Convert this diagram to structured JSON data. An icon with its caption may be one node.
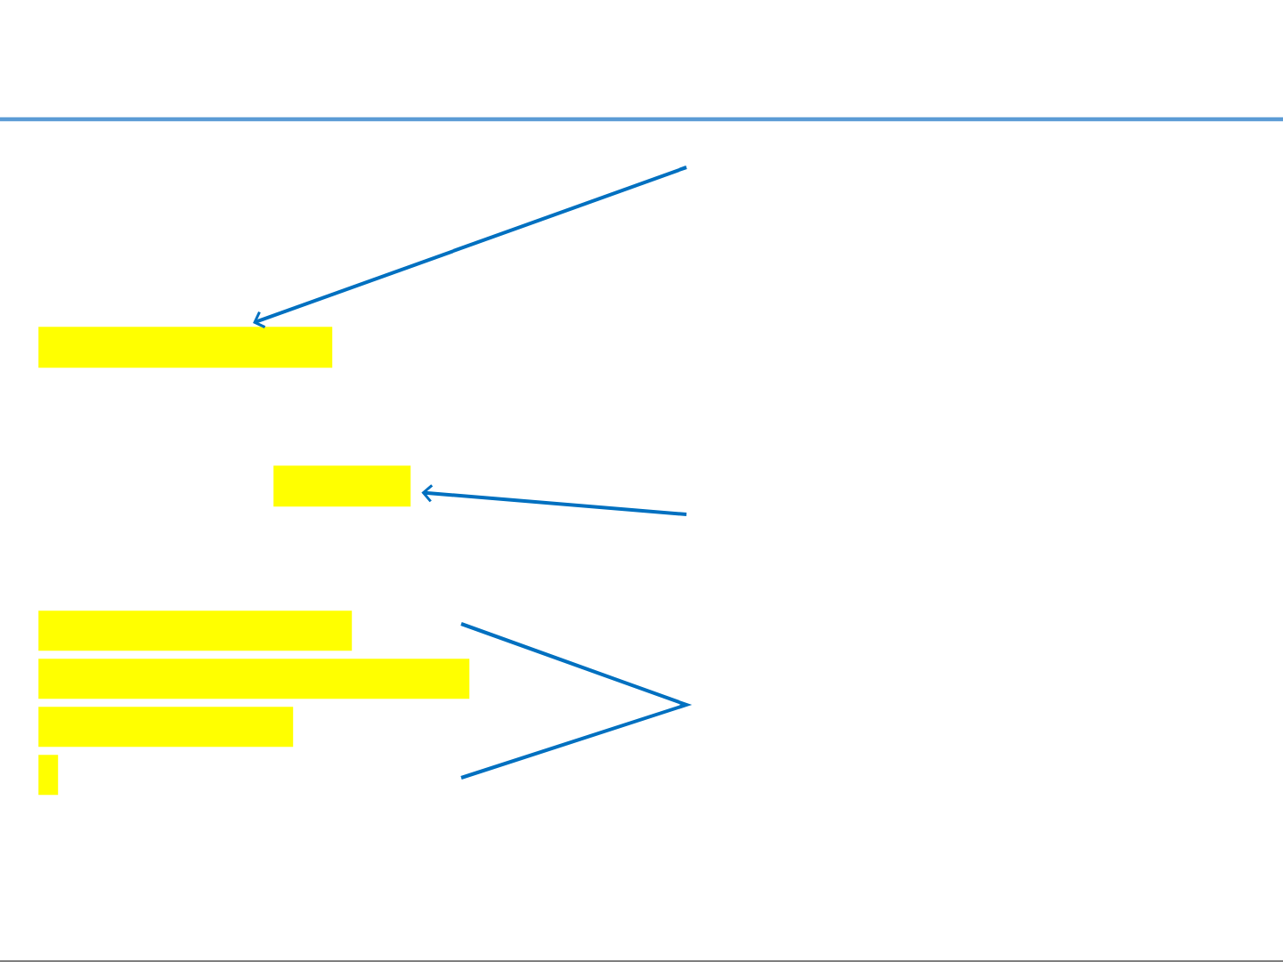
{
  "diagram": {
    "nodes": [
      {
        "text": [],
        "shape": "bar"
      },
      {
        "text": [],
        "shape": "bar"
      },
      {
        "text": [],
        "shape": "bar"
      },
      {
        "text": [],
        "shape": "bar"
      },
      {
        "text": [],
        "shape": "bar"
      },
      {
        "text": [],
        "shape": "bar"
      }
    ],
    "edges": [
      {
        "from": null,
        "to": 0,
        "arrow": "to"
      },
      {
        "from": null,
        "to": 1,
        "arrow": "to"
      }
    ]
  }
}
